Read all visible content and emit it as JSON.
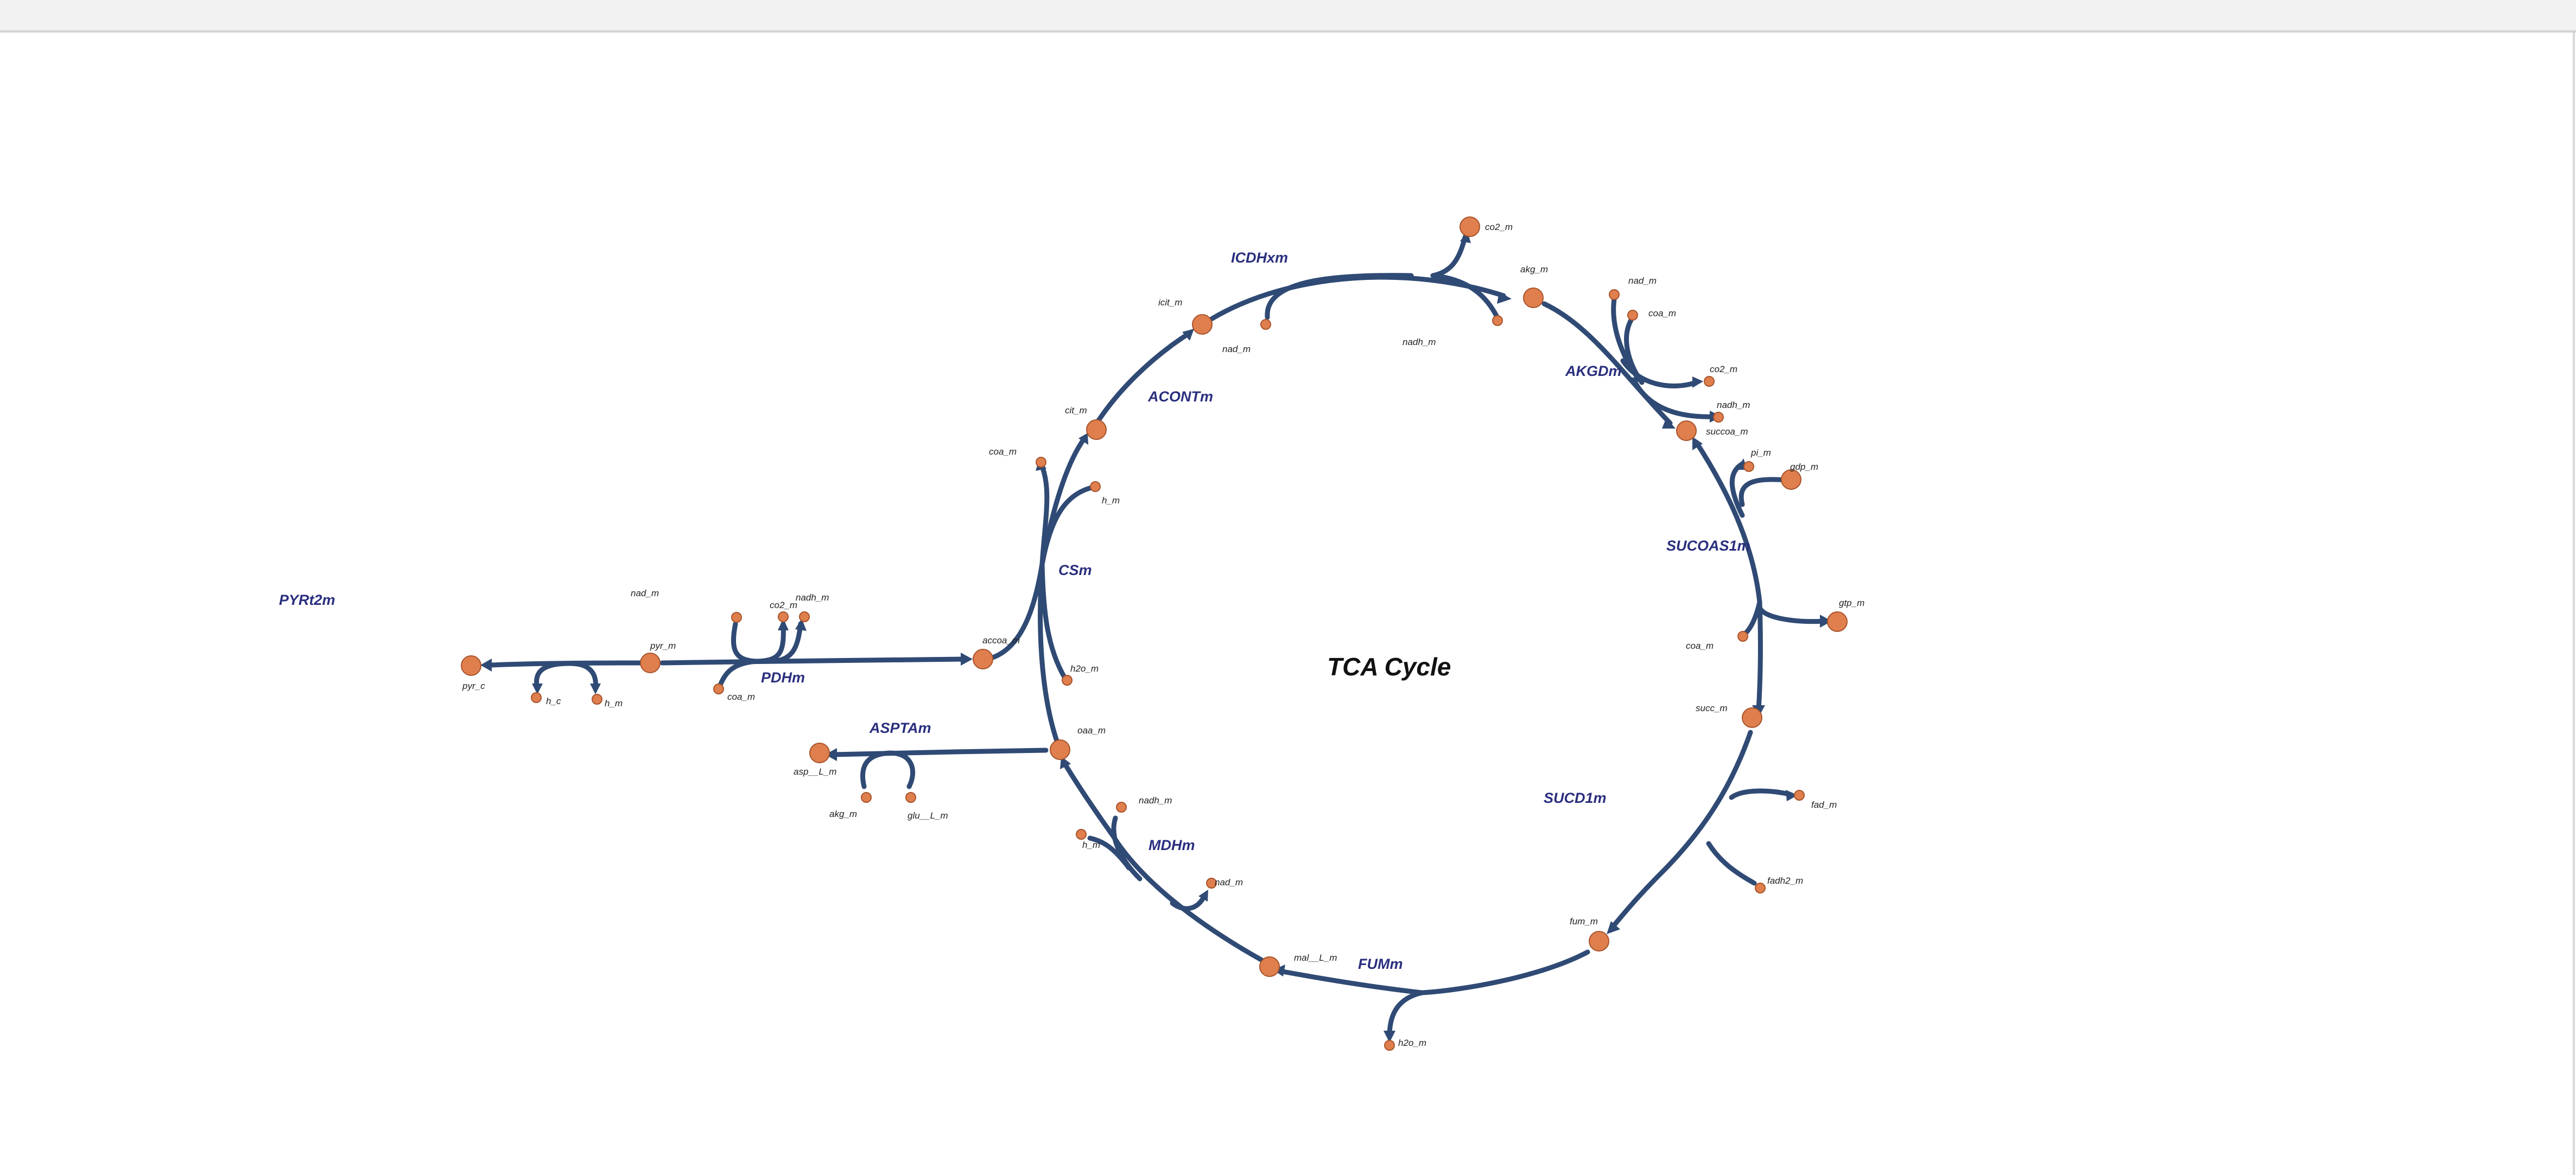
{
  "map_title": "TCA Cycle",
  "reactions": {
    "PYRt2m": "PYRt2m",
    "PDHm": "PDHm",
    "CSm": "CSm",
    "ACONTm": "ACONTm",
    "ICDHxm": "ICDHxm",
    "AKGDm": "AKGDm",
    "SUCOAS1m": "SUCOAS1m",
    "SUCD1m": "SUCD1m",
    "FUMm": "FUMm",
    "MDHm": "MDHm",
    "ASPTAm": "ASPTAm"
  },
  "metabolites": {
    "pyr_c": "pyr_c",
    "h_c": "h_c",
    "h_m_pyr": "h_m",
    "pyr_m": "pyr_m",
    "nad_m_pdh": "nad_m",
    "co2_m_pdh": "co2_m",
    "nadh_m_pdh": "nadh_m",
    "coa_m_pdh": "coa_m",
    "accoa_m": "accoa_m",
    "coa_m_cs": "coa_m",
    "h_m_cs": "h_m",
    "h2o_m_cs": "h2o_m",
    "oaa_m": "oaa_m",
    "cit_m": "cit_m",
    "icit_m": "icit_m",
    "nad_m_icd": "nad_m",
    "co2_m_icd": "co2_m",
    "nadh_m_icd": "nadh_m",
    "akg_m": "akg_m",
    "nad_m_akg": "nad_m",
    "coa_m_akg": "coa_m",
    "co2_m_akg": "co2_m",
    "nadh_m_akg": "nadh_m",
    "succoa_m": "succoa_m",
    "pi_m": "pi_m",
    "gdp_m": "gdp_m",
    "gtp_m": "gtp_m",
    "coa_m_suc": "coa_m",
    "succ_m": "succ_m",
    "fad_m": "fad_m",
    "fadh2_m": "fadh2_m",
    "fum_m": "fum_m",
    "h2o_m_fum": "h2o_m",
    "mal_L_m": "mal__L_m",
    "nad_m_mdh": "nad_m",
    "nadh_m_mdh": "nadh_m",
    "h_m_mdh": "h_m",
    "asp_L_m": "asp__L_m",
    "akg_m_asp": "akg_m",
    "glu_L_m": "glu__L_m"
  },
  "colors": {
    "reaction_line": "#2f4a74",
    "metabolite_fill": "#e07f4e",
    "reaction_label": "#2a2f7e"
  }
}
